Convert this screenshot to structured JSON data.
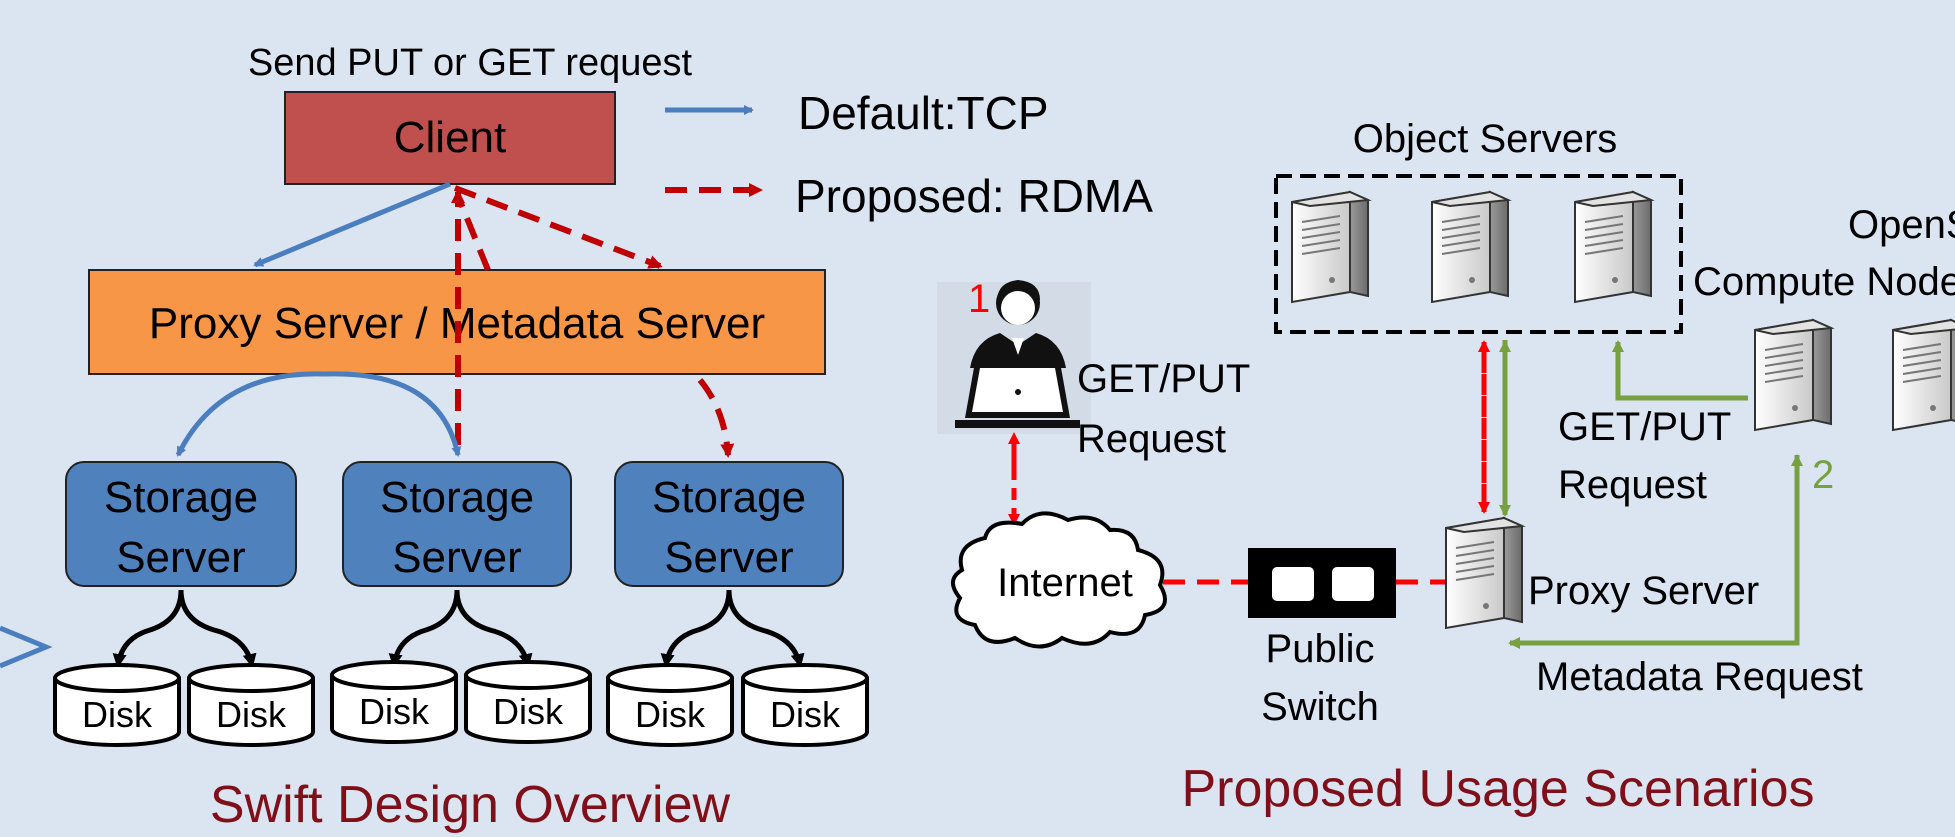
{
  "left_panel": {
    "request_text": "Send PUT or GET request",
    "client_label": "Client",
    "proxy_label": "Proxy Server / Metadata Server",
    "storage_servers": [
      {
        "line1": "Storage",
        "line2": "Server"
      },
      {
        "line1": "Storage",
        "line2": "Server"
      },
      {
        "line1": "Storage",
        "line2": "Server"
      }
    ],
    "disks": [
      "Disk",
      "Disk",
      "Disk",
      "Disk",
      "Disk",
      "Disk"
    ],
    "caption": "Swift Design Overview"
  },
  "legend": {
    "default": "Default:TCP",
    "proposed": "Proposed: RDMA"
  },
  "right_panel": {
    "object_servers_title": "Object Servers",
    "compute_title_line1": "OpenStack",
    "compute_title_line2": "Compute Node",
    "user_marker": "1",
    "user_request_line1": "GET/PUT",
    "user_request_line2": "Request",
    "internet_label": "Internet",
    "switch_line1": "Public",
    "switch_line2": "Switch",
    "proxy_label": "Proxy Server",
    "compute_request_line1": "GET/PUT",
    "compute_request_line2": "Request",
    "compute_marker": "2",
    "metadata_label": "Metadata Request",
    "caption": "Proposed Usage Scenarios"
  },
  "colors": {
    "background": "#dbe4f1",
    "client": "#c0504d",
    "proxy": "#f79646",
    "storage": "#4f81bd",
    "tcp_arrow": "#4a7ebf",
    "rdma_arrow": "#c00000",
    "green_arrow": "#77a040",
    "red_dash": "#ff0000",
    "caption": "#7f0f18"
  }
}
